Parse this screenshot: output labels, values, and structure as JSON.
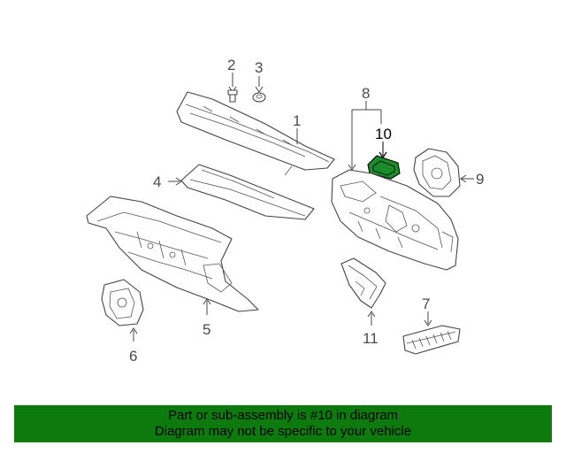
{
  "callouts": {
    "c1": "1",
    "c2": "2",
    "c3": "3",
    "c4": "4",
    "c5": "5",
    "c6": "6",
    "c7": "7",
    "c8": "8",
    "c9": "9",
    "c10": "10",
    "c11": "11"
  },
  "highlight_part": "10",
  "colors": {
    "banner": "#0d7a0d",
    "highlight_fill": "#1a8c2a",
    "line": "#444444"
  },
  "banner": {
    "line1": "Part or sub-assembly is #10 in diagram",
    "line2": "Diagram may not be specific to your vehicle"
  }
}
